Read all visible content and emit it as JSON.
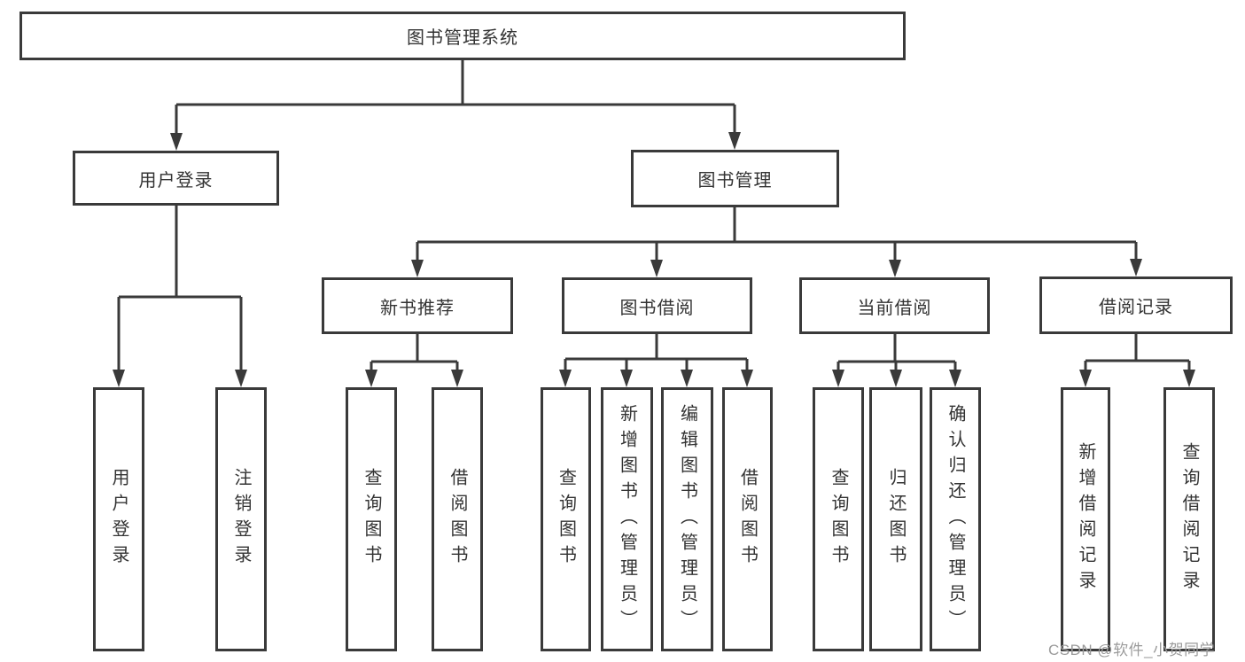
{
  "nodes": {
    "root": "图书管理系统",
    "user_login": "用户登录",
    "book_mgmt": "图书管理",
    "new_book_rec": "新书推荐",
    "book_borrow": "图书借阅",
    "current_borrow": "当前借阅",
    "borrow_record": "借阅记录",
    "login_leaf": "用户登录",
    "logout_leaf": "注销登录",
    "rec_query_book": "查询图书",
    "rec_borrow_book": "借阅图书",
    "bor_query_book": "查询图书",
    "bor_add_book": "新增图书（管理员）",
    "bor_edit_book": "编辑图书（管理员）",
    "bor_borrow_book": "借阅图书",
    "cur_query_book": "查询图书",
    "cur_return_book": "归还图书",
    "cur_confirm_return": "确认归还（管理员）",
    "rcd_add_record": "新增借阅记录",
    "rcd_query_record": "查询借阅记录"
  },
  "colors": {
    "line": "#3a3a3a",
    "box_background": "#ffffff",
    "text": "#333333",
    "watermark": "#9b9b9b"
  },
  "watermark": {
    "text": "CSDN @软件_小贺同学"
  }
}
